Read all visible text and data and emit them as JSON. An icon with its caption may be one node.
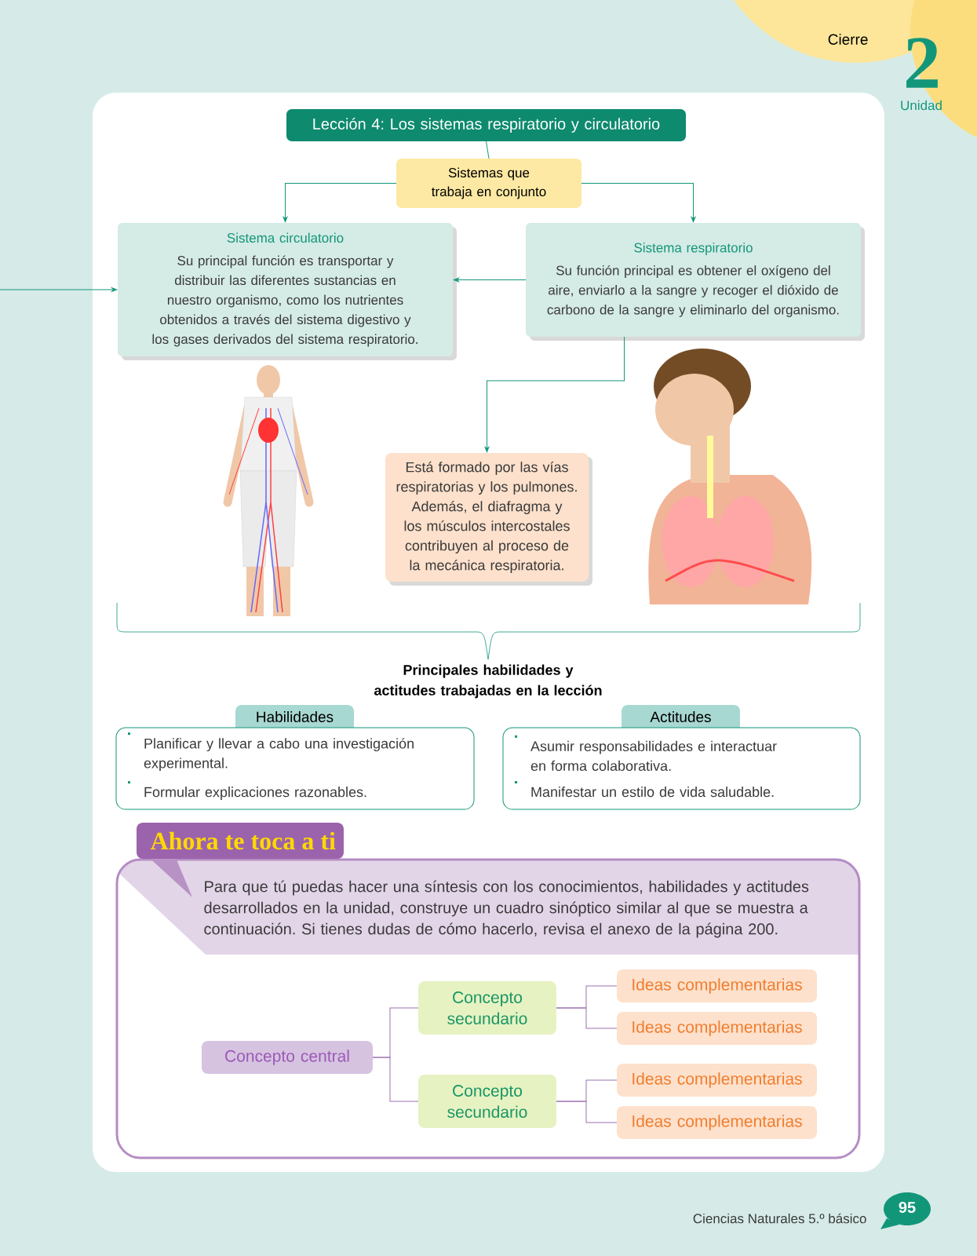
{
  "diagram": {
    "nodes": [
      {
        "text": [
          "Lección 4: Los sistemas respiratorio y circulatorio"
        ]
      },
      {
        "text": [
          "Sistemas que trabaja en conjunto"
        ]
      },
      {
        "text": [
          "Sistema circulatorio",
          "Su principal función es transportar y distribuir las diferentes sustancias en nuestro organismo, como los nutrientes obtenidos a través del sistema digestivo y los gases derivados del sistema respiratorio."
        ]
      },
      {
        "text": [
          "Sistema respiratorio",
          "Su función principal es obtener el oxígeno del aire, enviarlo a la sangre y recoger el dióxido de carbono de la sangre y eliminarlo del organismo."
        ]
      },
      {
        "text": [
          "Está formado por las vías respiratorias y los pulmones. Además, el diafragma y los músculos intercostales contribuyen al proceso de la mecánica respiratoria."
        ]
      },
      {
        "text": [
          "Habilidades",
          "Planificar y llevar a cabo una investigación experimental.",
          "Formular explicaciones razonables."
        ]
      },
      {
        "text": [
          "Actitudes",
          "Asumir responsabilidades e interactuar en forma colaborativa.",
          "Manifestar un estilo de vida saludable."
        ]
      },
      {
        "text": [
          "Ahora te toca a ti",
          "Para que tú puedas hacer una síntesis con los conocimientos, habilidades y actitudes desarrollados en la unidad, construye un cuadro sinóptico similar al que se muestra a continuación. Si tienes dudas de cómo hacerlo, revisa el anexo de la página 200."
        ]
      },
      {
        "text": [
          "Concepto central"
        ],
        "in": 7
      },
      {
        "text": [
          "Concepto secundario"
        ],
        "in": 7
      },
      {
        "text": [
          "Concepto secundario"
        ],
        "in": 7
      },
      {
        "text": [
          "Ideas complementarias"
        ],
        "in": 7
      },
      {
        "text": [
          "Ideas complementarias"
        ],
        "in": 7
      },
      {
        "text": [
          "Ideas complementarias"
        ],
        "in": 7
      },
      {
        "text": [
          "Ideas complementarias"
        ],
        "in": 7
      }
    ],
    "edges": [
      {
        "from": 0,
        "to": 1,
        "arrow": "none"
      },
      {
        "from": 1,
        "to": 2,
        "arrow": "to"
      },
      {
        "from": 1,
        "to": 3,
        "arrow": "to"
      },
      {
        "from": 3,
        "to": 2,
        "arrow": "to"
      },
      {
        "from": null,
        "to": 2,
        "arrow": "to"
      },
      {
        "from": 3,
        "to": 4,
        "arrow": "to"
      },
      {
        "from": 8,
        "to": 9,
        "arrow": "none",
        "color": "#9b72b0"
      },
      {
        "from": 8,
        "to": 10,
        "arrow": "none",
        "color": "#9b72b0"
      },
      {
        "from": 9,
        "to": 11,
        "arrow": "none",
        "color": "#9b72b0"
      },
      {
        "from": 9,
        "to": 12,
        "arrow": "none",
        "color": "#9b72b0"
      },
      {
        "from": 10,
        "to": 13,
        "arrow": "none",
        "color": "#9b72b0"
      },
      {
        "from": 10,
        "to": 14,
        "arrow": "none",
        "color": "#9b72b0"
      }
    ],
    "labels": [
      "Cierre",
      "2",
      "Unidad",
      "Principales habilidades y actitudes trabajadas en la lección",
      "Ciencias Naturales 5.º básico",
      "95"
    ]
  }
}
